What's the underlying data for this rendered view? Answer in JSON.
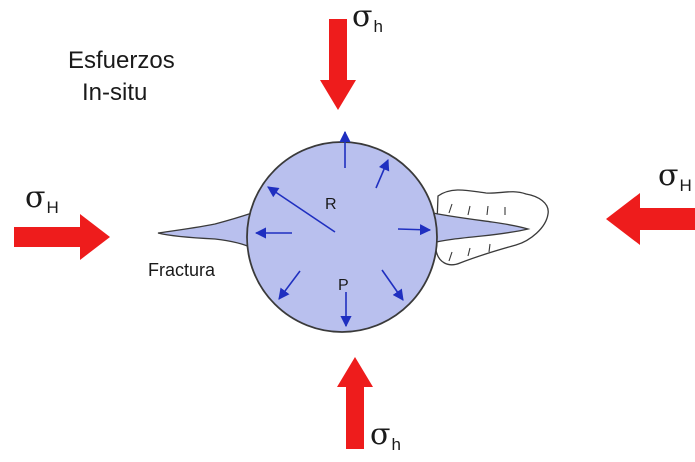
{
  "title": {
    "line1": "Esfuerzos",
    "line2": "In-situ"
  },
  "stresses": {
    "top": {
      "symbol": "σ",
      "subscript": "h"
    },
    "bottom": {
      "symbol": "σ",
      "subscript": "h"
    },
    "left": {
      "symbol": "σ",
      "subscript": "H"
    },
    "right": {
      "symbol": "σ",
      "subscript": "H"
    }
  },
  "labels": {
    "fracture": "Fractura",
    "radius": "R",
    "pressure": "P"
  },
  "colors": {
    "stress_arrow": "#ee1c1c",
    "wellbore_fill": "#b9c0ee",
    "wellbore_stroke": "#3a3a3a",
    "pressure_arrow": "#1f2fc0",
    "text": "#1a1a1a"
  }
}
